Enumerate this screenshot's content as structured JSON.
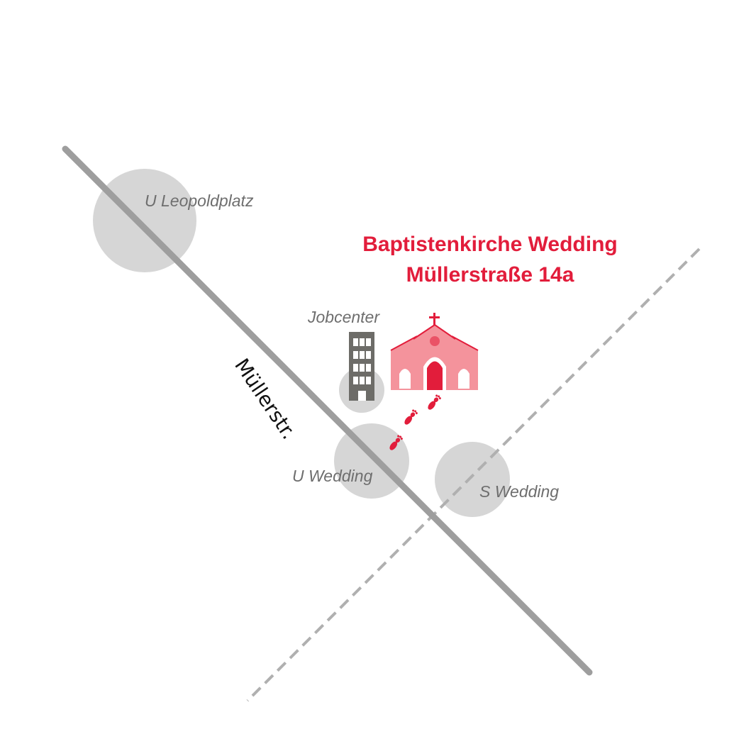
{
  "map": {
    "title_line1": "Baptistenkirche Wedding",
    "title_line2": "Müllerstraße 14a",
    "street_label": "Müllerstr.",
    "places": {
      "leopoldplatz": "U Leopoldplatz",
      "u_wedding": "U Wedding",
      "s_wedding": "S Wedding",
      "jobcenter": "Jobcenter"
    },
    "icons": {
      "church": "church-icon",
      "building": "office-building-icon",
      "footsteps": "footprints-icon"
    },
    "colors": {
      "accent": "#e21d3b",
      "church_pink": "#f4939c",
      "station_circle": "#d6d6d6",
      "street": "#9e9e9e",
      "rail_dashed": "#b0b0b0",
      "building": "#6d6c68"
    }
  }
}
